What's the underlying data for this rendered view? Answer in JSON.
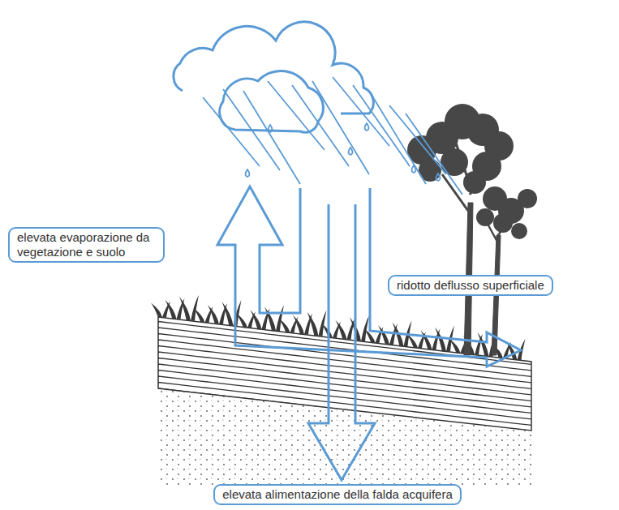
{
  "diagram": {
    "nodes": [
      {
        "text": [
          "elevata evaporazione da vegetazione e suolo"
        ]
      },
      {
        "text": [
          "ridotto deflusso superficiale"
        ]
      },
      {
        "text": [
          "elevata alimentazione della falda acquifera"
        ]
      }
    ]
  }
}
